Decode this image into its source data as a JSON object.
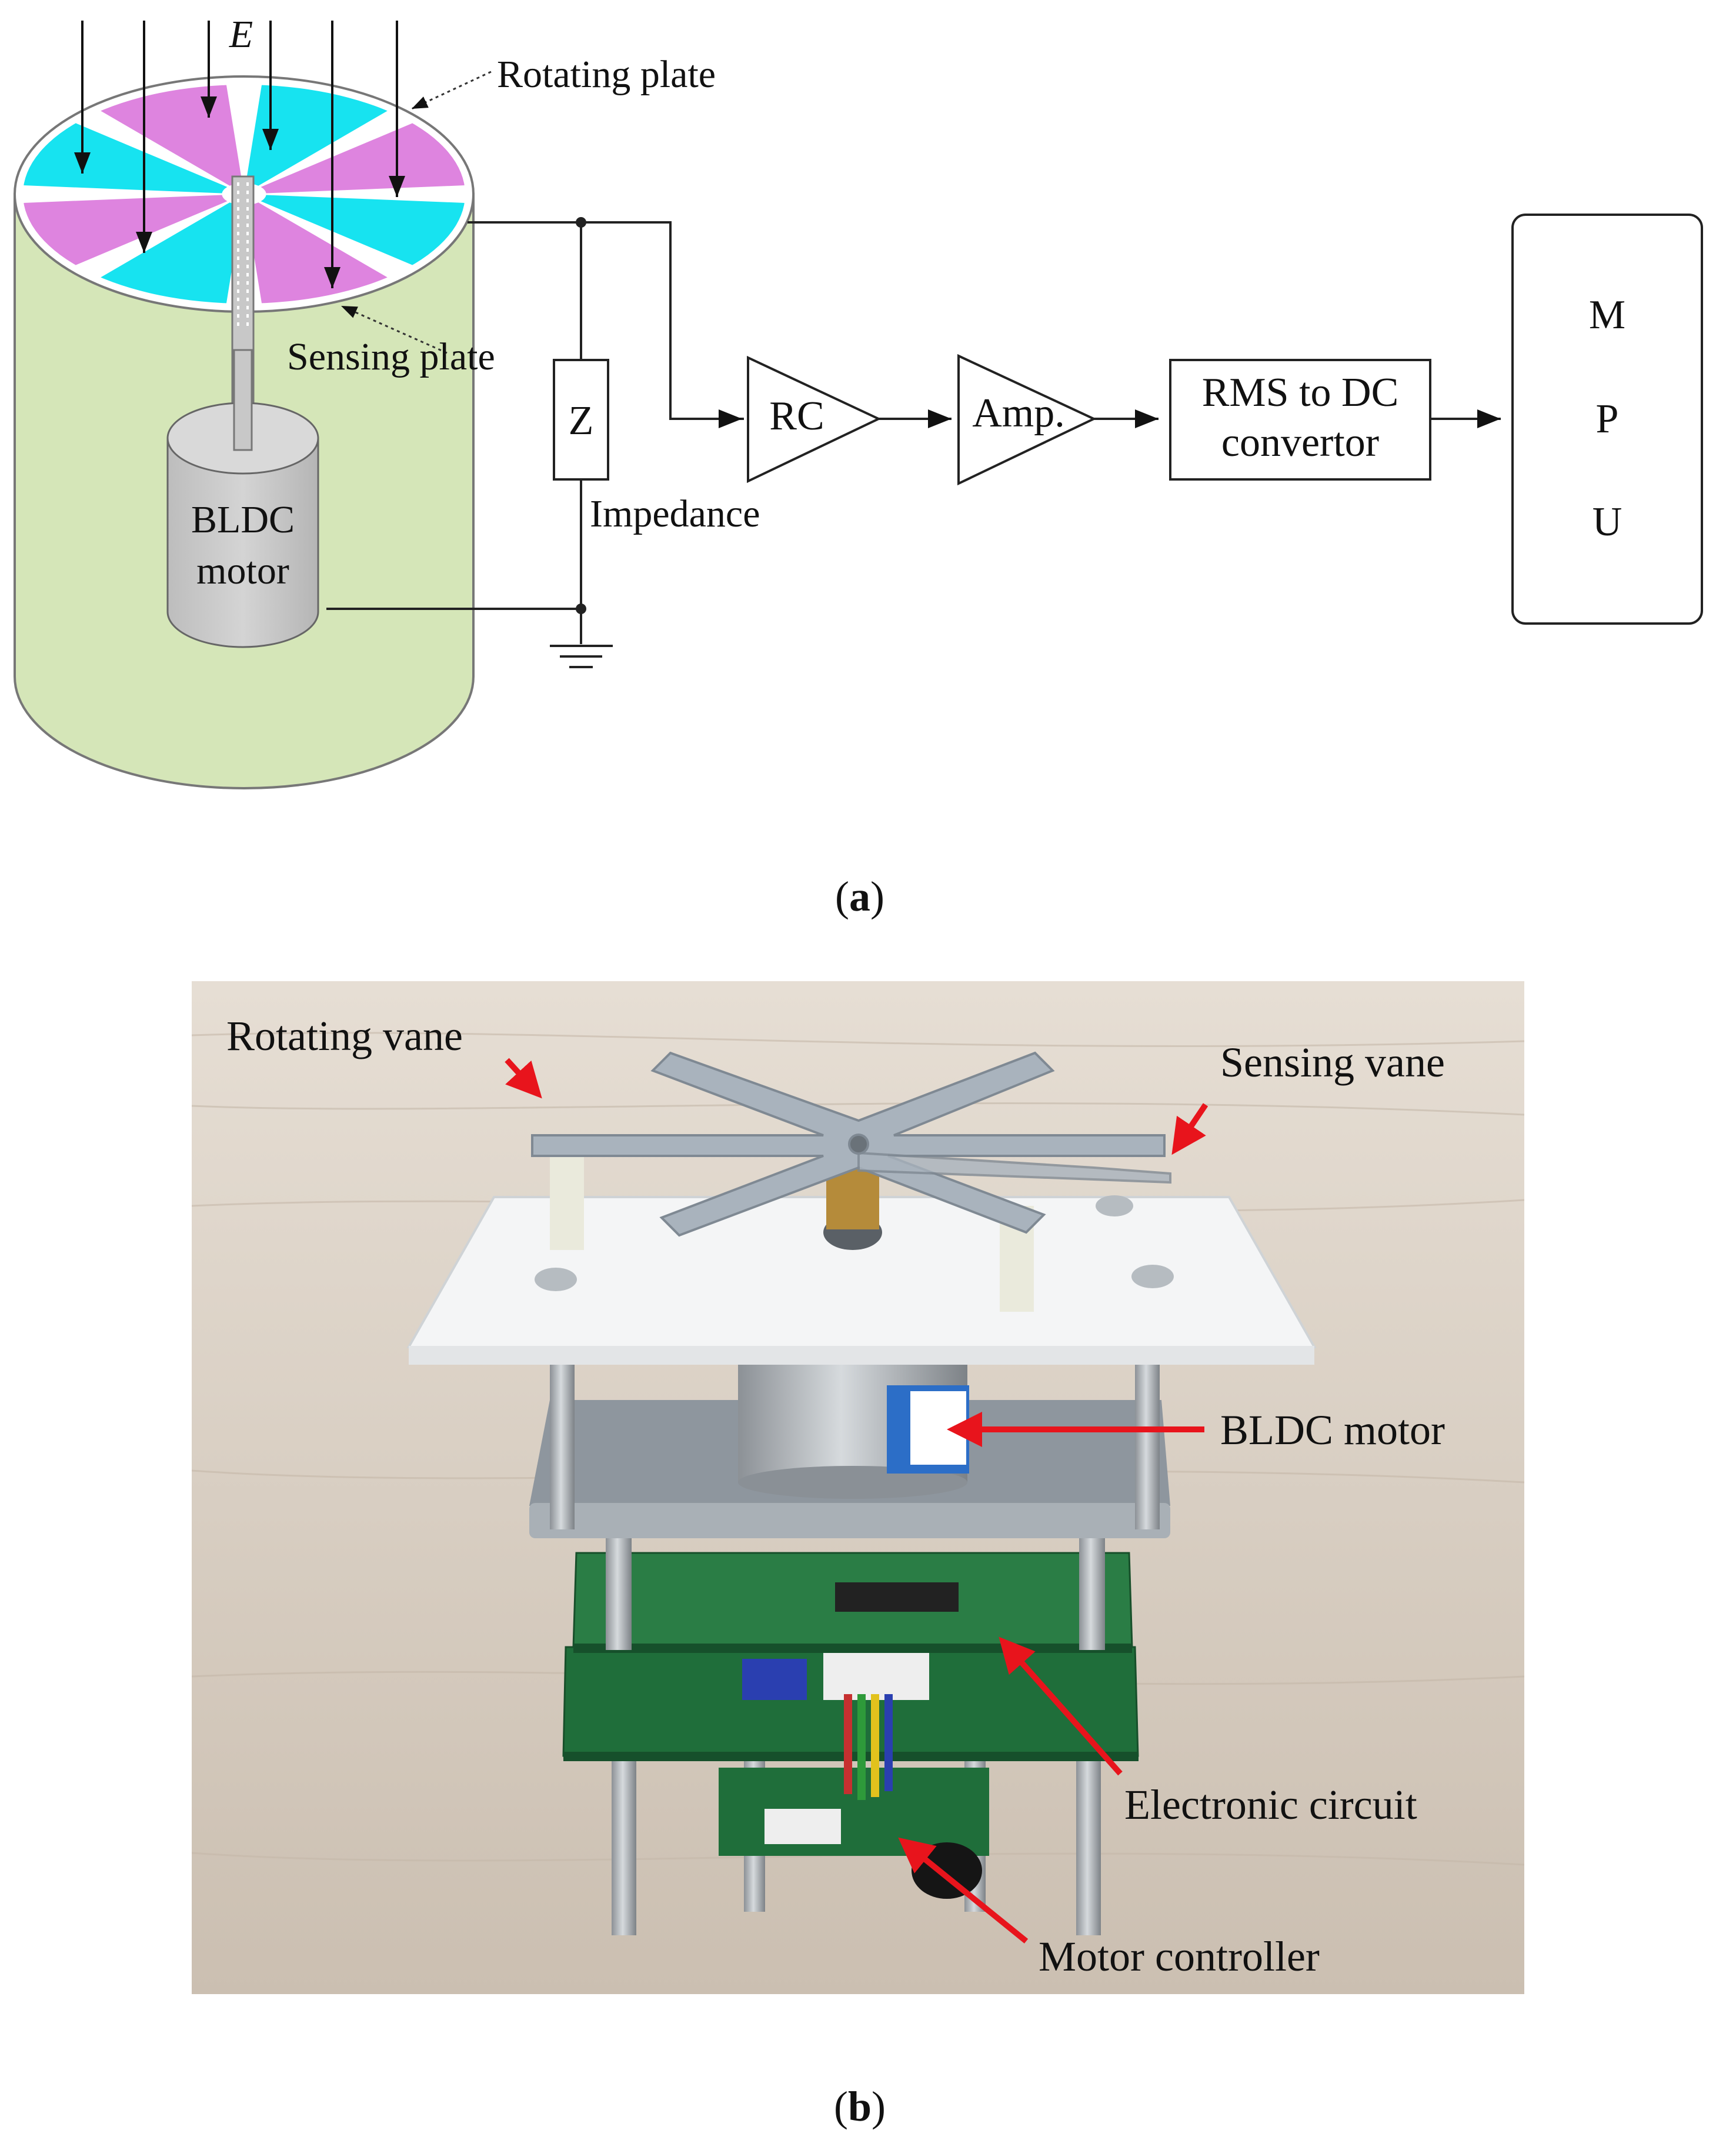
{
  "figure_a": {
    "field_label": "E",
    "rotating_plate_label": "Rotating plate",
    "sensing_plate_label": "Sensing plate",
    "motor_label_line1": "BLDC",
    "motor_label_line2": "motor",
    "impedance_symbol": "Z",
    "impedance_label": "Impedance",
    "rc_label": "RC",
    "amp_label": "Amp.",
    "rms_line1": "RMS to DC",
    "rms_line2": "convertor",
    "mpu_letters": [
      "M",
      "P",
      "U"
    ],
    "caption_open": "(",
    "caption_letter": "a",
    "caption_close": ")",
    "colors": {
      "cylinder": "#d5e6b8",
      "vane_cyan": "#17e3f0",
      "vane_magenta": "#de84df",
      "motor": "#c6c6c6"
    }
  },
  "figure_b": {
    "rotating_vane_label": "Rotating vane",
    "sensing_vane_label": "Sensing vane",
    "bldc_motor_label": "BLDC motor",
    "electronic_circuit_label": "Electronic circuit",
    "motor_controller_label": "Motor controller",
    "caption_open": "(",
    "caption_letter": "b",
    "caption_close": ")",
    "colors": {
      "arrow": "#e8141c",
      "pcb": "#1f6e3a",
      "plate": "#f4f5f6",
      "vane": "#a9b3bd",
      "table": "#d9d0c6"
    }
  }
}
